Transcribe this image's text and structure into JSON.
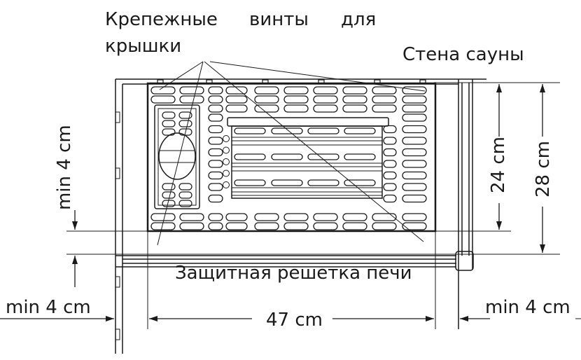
{
  "labels": {
    "screws_line1_word1": "Крепежные",
    "screws_line1_word2": "винты",
    "screws_line1_word3": "для",
    "screws_line2": "крышки",
    "wall": "Стена сауны",
    "guard": "Защитная решетка печи",
    "min_top": "min 4 cm",
    "dim_24": "24 cm",
    "dim_28": "28 cm",
    "min_left": "min 4 cm",
    "width_47": "47 cm",
    "min_right": "min 4 cm"
  },
  "colors": {
    "line": "#1a1a1a",
    "background": "#ffffff"
  }
}
